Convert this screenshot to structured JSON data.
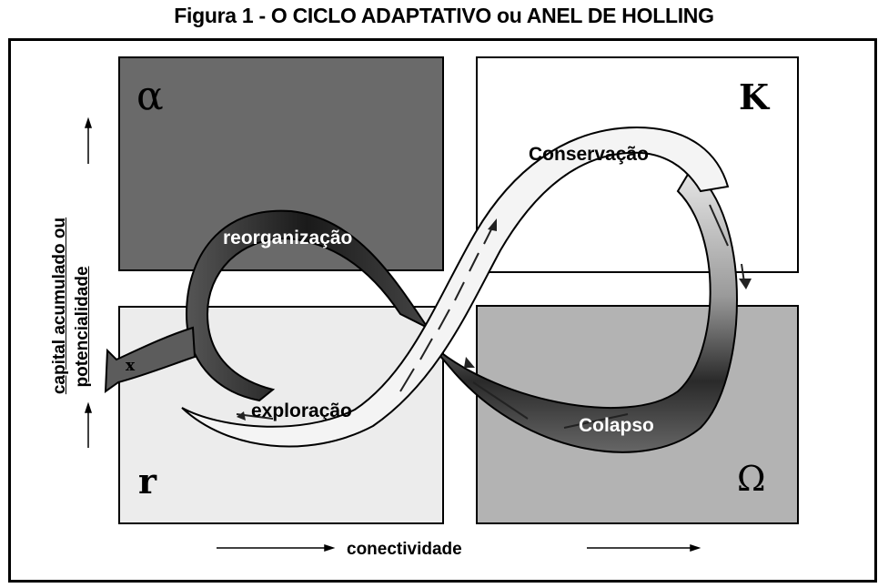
{
  "title": "Figura 1 - O CICLO ADAPTATIVO ou ANEL DE HOLLING",
  "quadrants": {
    "alpha": {
      "symbol": "α",
      "color": "#6a6a6a"
    },
    "k": {
      "symbol": "K",
      "color": "#ffffff"
    },
    "r": {
      "symbol": "r",
      "color": "#ececec"
    },
    "omega": {
      "symbol": "Ω",
      "color": "#b3b3b3"
    }
  },
  "phases": {
    "reorganization": "reorganização",
    "conservation": "Conservação",
    "exploitation": "exploração",
    "collapse": "Colapso",
    "exit_marker": "x"
  },
  "axes": {
    "y_label_line1": "capital acumulado ou",
    "y_label_line2": "potencialidade",
    "x_label": "conectividade"
  }
}
